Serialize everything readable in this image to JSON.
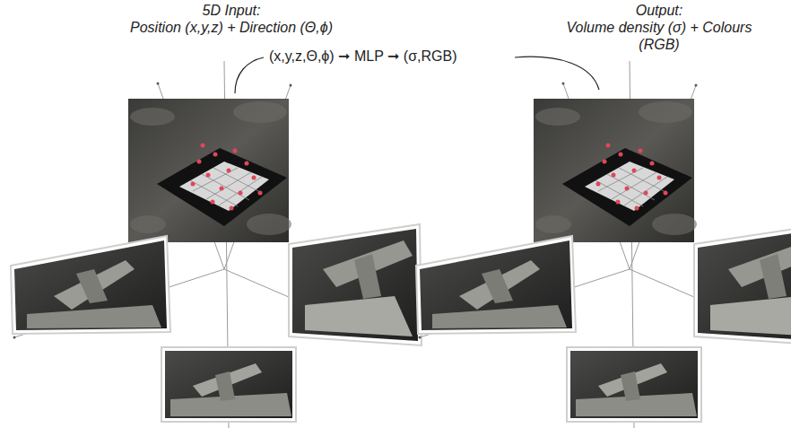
{
  "diagram": {
    "labels": [
      "5D Input:",
      "Position (x,y,z) + Direction (Θ,ϕ)",
      "(x,y,z,Θ,ϕ) ➞ MLP ➞ (σ,RGB)",
      "Output:",
      "Volume density (σ) + Colours (RGB)"
    ]
  }
}
